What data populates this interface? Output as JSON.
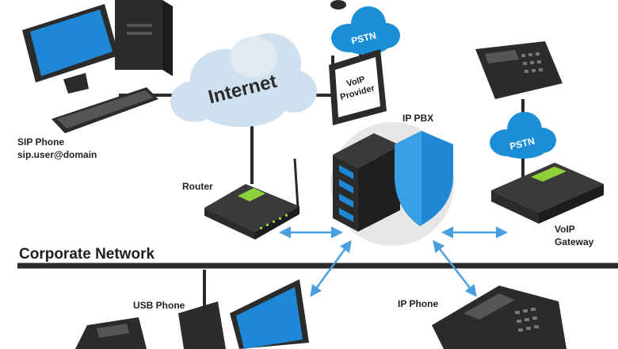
{
  "labels": {
    "sip_phone": "SIP Phone",
    "sip_address": "sip.user@domain",
    "internet": "Internet",
    "pstn_top": "PSTN",
    "voip_provider_line1": "VoIP",
    "voip_provider_line2": "Provider",
    "ip_pbx": "IP PBX",
    "pstn_right": "PSTN",
    "router": "Router",
    "voip_gateway_line1": "VoIP",
    "voip_gateway_line2": "Gateway",
    "corporate_network": "Corporate Network",
    "usb_phone": "USB Phone",
    "ip_phone": "IP Phone"
  },
  "colors": {
    "cloud_blue": "#1a8fd8",
    "internet_cloud": "#cfe0ee",
    "dark_device": "#2b2b2b",
    "screen_blue": "#1e88d6",
    "shield_blue": "#1f87d3",
    "arrow_blue": "#4a9fe0",
    "green_led": "#8fcf3a"
  }
}
